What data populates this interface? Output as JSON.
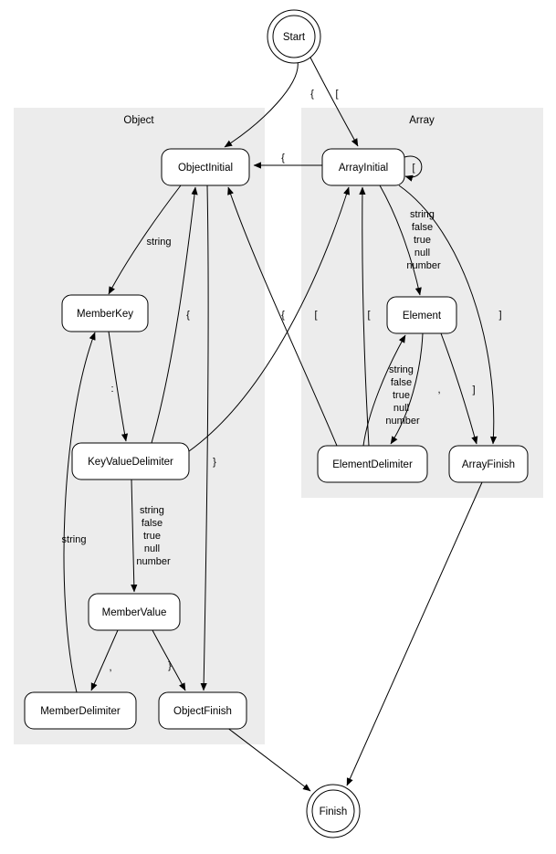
{
  "diagram": {
    "kind": "state-machine",
    "clusters": {
      "object": {
        "label": "Object"
      },
      "array": {
        "label": "Array"
      }
    },
    "colors": {
      "cluster_bg": "#ececec",
      "node_fill": "#ffffff",
      "stroke": "#000000"
    }
  },
  "nodes": {
    "start": {
      "label": "Start",
      "shape": "doublecircle"
    },
    "object_initial": {
      "label": "ObjectInitial",
      "shape": "rounded-box"
    },
    "array_initial": {
      "label": "ArrayInitial",
      "shape": "rounded-box"
    },
    "member_key": {
      "label": "MemberKey",
      "shape": "rounded-box"
    },
    "element": {
      "label": "Element",
      "shape": "rounded-box"
    },
    "key_value_delimiter": {
      "label": "KeyValueDelimiter",
      "shape": "rounded-box"
    },
    "element_delimiter": {
      "label": "ElementDelimiter",
      "shape": "rounded-box"
    },
    "array_finish": {
      "label": "ArrayFinish",
      "shape": "rounded-box"
    },
    "member_value": {
      "label": "MemberValue",
      "shape": "rounded-box"
    },
    "member_delimiter": {
      "label": "MemberDelimiter",
      "shape": "rounded-box"
    },
    "object_finish": {
      "label": "ObjectFinish",
      "shape": "rounded-box"
    },
    "finish": {
      "label": "Finish",
      "shape": "doublecircle"
    }
  },
  "edges": {
    "start_object": {
      "from": "Start",
      "to": "ObjectInitial",
      "label": "{"
    },
    "start_array": {
      "from": "Start",
      "to": "ArrayInitial",
      "label": "["
    },
    "array_to_object": {
      "from": "ArrayInitial",
      "to": "ObjectInitial",
      "label": "{"
    },
    "array_self": {
      "from": "ArrayInitial",
      "to": "ArrayInitial",
      "label": "["
    },
    "object_to_memberkey": {
      "from": "ObjectInitial",
      "to": "MemberKey",
      "label": "string"
    },
    "object_to_objectfinish": {
      "from": "ObjectInitial",
      "to": "ObjectFinish",
      "label": "}"
    },
    "memberkey_to_kvdelim": {
      "from": "MemberKey",
      "to": "KeyValueDelimiter",
      "label": ":"
    },
    "kvdelim_to_object": {
      "from": "KeyValueDelimiter",
      "to": "ObjectInitial",
      "label": "{"
    },
    "kvdelim_to_array": {
      "from": "KeyValueDelimiter",
      "to": "ArrayInitial",
      "label": "["
    },
    "kvdelim_to_membervalue": {
      "from": "KeyValueDelimiter",
      "to": "MemberValue",
      "label_lines": [
        "string",
        "false",
        "true",
        "null",
        "number"
      ]
    },
    "membervalue_to_memberdelim": {
      "from": "MemberValue",
      "to": "MemberDelimiter",
      "label": ","
    },
    "membervalue_to_objectfinish": {
      "from": "MemberValue",
      "to": "ObjectFinish",
      "label": "}"
    },
    "memberdelim_to_memberkey": {
      "from": "MemberDelimiter",
      "to": "MemberKey",
      "label": "string"
    },
    "array_to_element": {
      "from": "ArrayInitial",
      "to": "Element",
      "label_lines": [
        "string",
        "false",
        "true",
        "null",
        "number"
      ]
    },
    "array_to_arrayfinish": {
      "from": "ArrayInitial",
      "to": "ArrayFinish",
      "label": "]"
    },
    "element_to_elementdelim": {
      "from": "Element",
      "to": "ElementDelimiter",
      "label": ","
    },
    "elementdelim_to_element": {
      "from": "ElementDelimiter",
      "to": "Element",
      "label_lines": [
        "string",
        "false",
        "true",
        "null",
        "number"
      ]
    },
    "element_to_arrayfinish": {
      "from": "Element",
      "to": "ArrayFinish",
      "label": "]"
    },
    "elementdelim_to_object": {
      "from": "ElementDelimiter",
      "to": "ObjectInitial",
      "label": "{"
    },
    "elementdelim_to_array": {
      "from": "ElementDelimiter",
      "to": "ArrayInitial",
      "label": "["
    },
    "objectfinish_to_finish": {
      "from": "ObjectFinish",
      "to": "Finish"
    },
    "arrayfinish_to_finish": {
      "from": "ArrayFinish",
      "to": "Finish"
    }
  }
}
